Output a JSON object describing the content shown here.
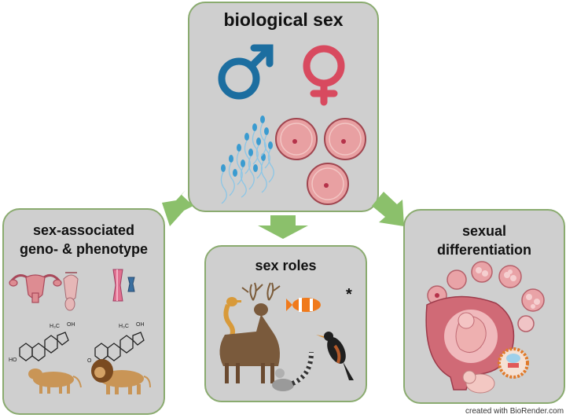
{
  "panels": {
    "top": {
      "title": "biological sex"
    },
    "left": {
      "title_line1": "sex-associated",
      "title_line2": "geno- & phenotype"
    },
    "middle": {
      "title": "sex roles",
      "asterisk": "*"
    },
    "right": {
      "title_line1": "sexual",
      "title_line2": "differentiation"
    }
  },
  "left_chemistry_labels": {
    "ch3_a": "H₃C",
    "oh_a": "OH",
    "ho_a": "HO",
    "ch3_b": "H₃C",
    "oh_b": "OH",
    "o_b": "O"
  },
  "credit": "created with BioRender.com",
  "colors": {
    "male": "#1c6ea0",
    "female": "#d84a5f",
    "arrow": "#8bc06b",
    "border": "#8aab6f",
    "panel": "#cfcfcf"
  }
}
